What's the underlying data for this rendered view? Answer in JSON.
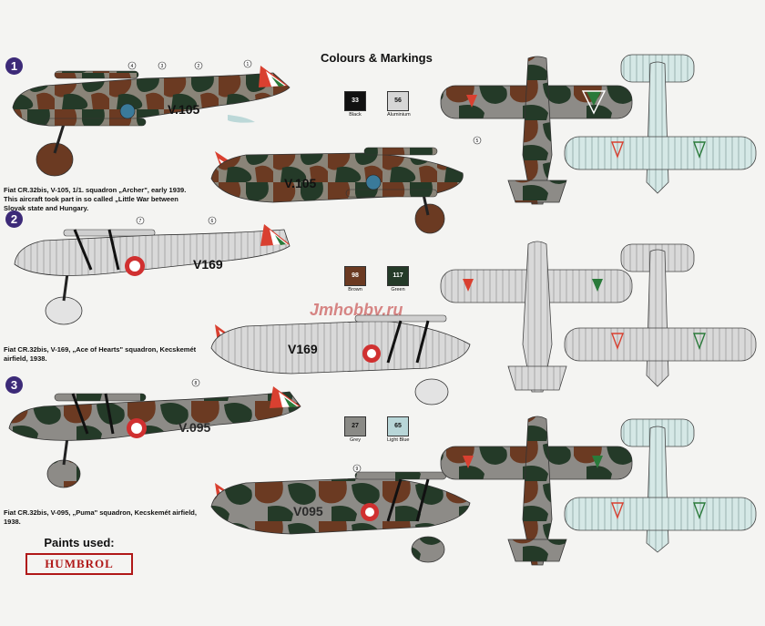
{
  "title": "Colours & Markings",
  "schemes": [
    {
      "number": "1",
      "caption": "Fiat CR.32bis, V-105, 1/1. squadron „Archer\", early 1939. This aircraft took part in so called „Little War between Slovak state and Hungary.",
      "code": "V.105",
      "code2": "V.105"
    },
    {
      "number": "2",
      "caption": "Fiat CR.32bis, V-169, „Ace of Hearts\" squadron, Kecskemét airfield, 1938.",
      "code": "V169",
      "code2": "V169"
    },
    {
      "number": "3",
      "caption": "Fiat CR.32bis, V-095, „Puma\" squadron, Kecskemét airfield, 1938.",
      "code": "V.095",
      "code2": "V095"
    }
  ],
  "colours": [
    {
      "code": "33",
      "label": "Black",
      "hex": "#111111",
      "text": "#ffffff"
    },
    {
      "code": "56",
      "label": "Aluminium",
      "hex": "#d6d6d6",
      "text": "#111111"
    },
    {
      "code": "98",
      "label": "Brown",
      "hex": "#6b3a22",
      "text": "#ffffff"
    },
    {
      "code": "117",
      "label": "Green",
      "hex": "#243a28",
      "text": "#ffffff"
    },
    {
      "code": "27",
      "label": "Grey",
      "hex": "#8a8a86",
      "text": "#111111"
    },
    {
      "code": "65",
      "label": "Light Blue",
      "hex": "#b8d6d8",
      "text": "#111111"
    }
  ],
  "callouts": [
    "1",
    "2",
    "3",
    "4",
    "5",
    "6",
    "7",
    "8",
    "9"
  ],
  "paints_used": "Paints used:",
  "brand": "HUMBROL",
  "watermark": "Jmhobby.ru"
}
